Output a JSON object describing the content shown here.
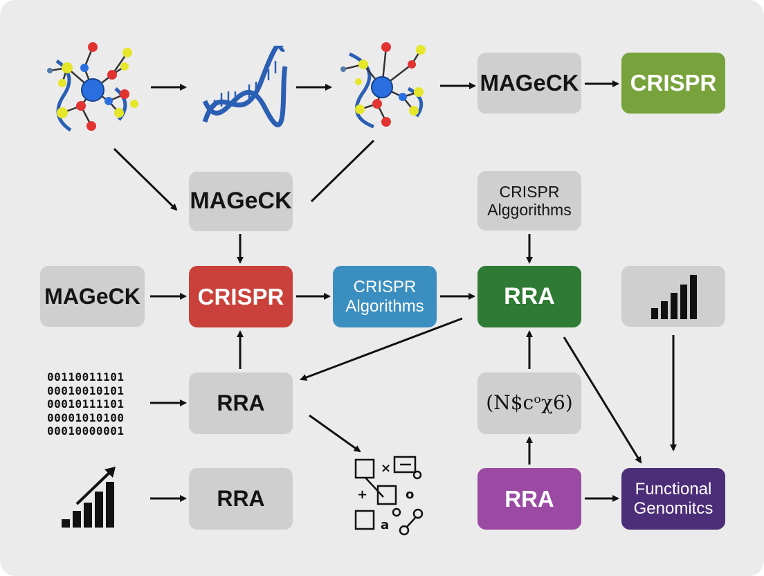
{
  "colors": {
    "background": "#ebebeb",
    "gray_box": "#cfcfcf",
    "green_light": "#78a23c",
    "red": "#c9413a",
    "blue": "#3b8fc0",
    "green_dark": "#2f7a35",
    "purple": "#9b4aa4",
    "indigo": "#4b2d78"
  },
  "nodes": {
    "top_mageck": "MAGeCK",
    "top_crispr": "CRISPR",
    "center_mageck": "MAGeCK",
    "crispr_algorithms_gray_line1": "CRISPR",
    "crispr_algorithms_gray_line2": "Alggorithms",
    "left_mageck": "MAGeCK",
    "crispr_red": "CRISPR",
    "crispr_algorithms_blue_line1": "CRISPR",
    "crispr_algorithms_blue_line2": "Algorithms",
    "rra_green": "RRA",
    "rra_middle": "RRA",
    "formula": "(N$cᵒχ6)",
    "rra_bottom": "RRA",
    "rra_purple": "RRA",
    "functional_line1": "Functional",
    "functional_line2": "Genomitcs"
  },
  "binary_lines": [
    "00110011101",
    "00010010101",
    "00010111101",
    "00001010100",
    "00010000001"
  ],
  "icons": [
    "molecule-icon",
    "dna-helix-icon",
    "molecule-dna-icon",
    "bar-chart-icon",
    "bar-chart-arrow-icon",
    "math-symbols-icon"
  ]
}
